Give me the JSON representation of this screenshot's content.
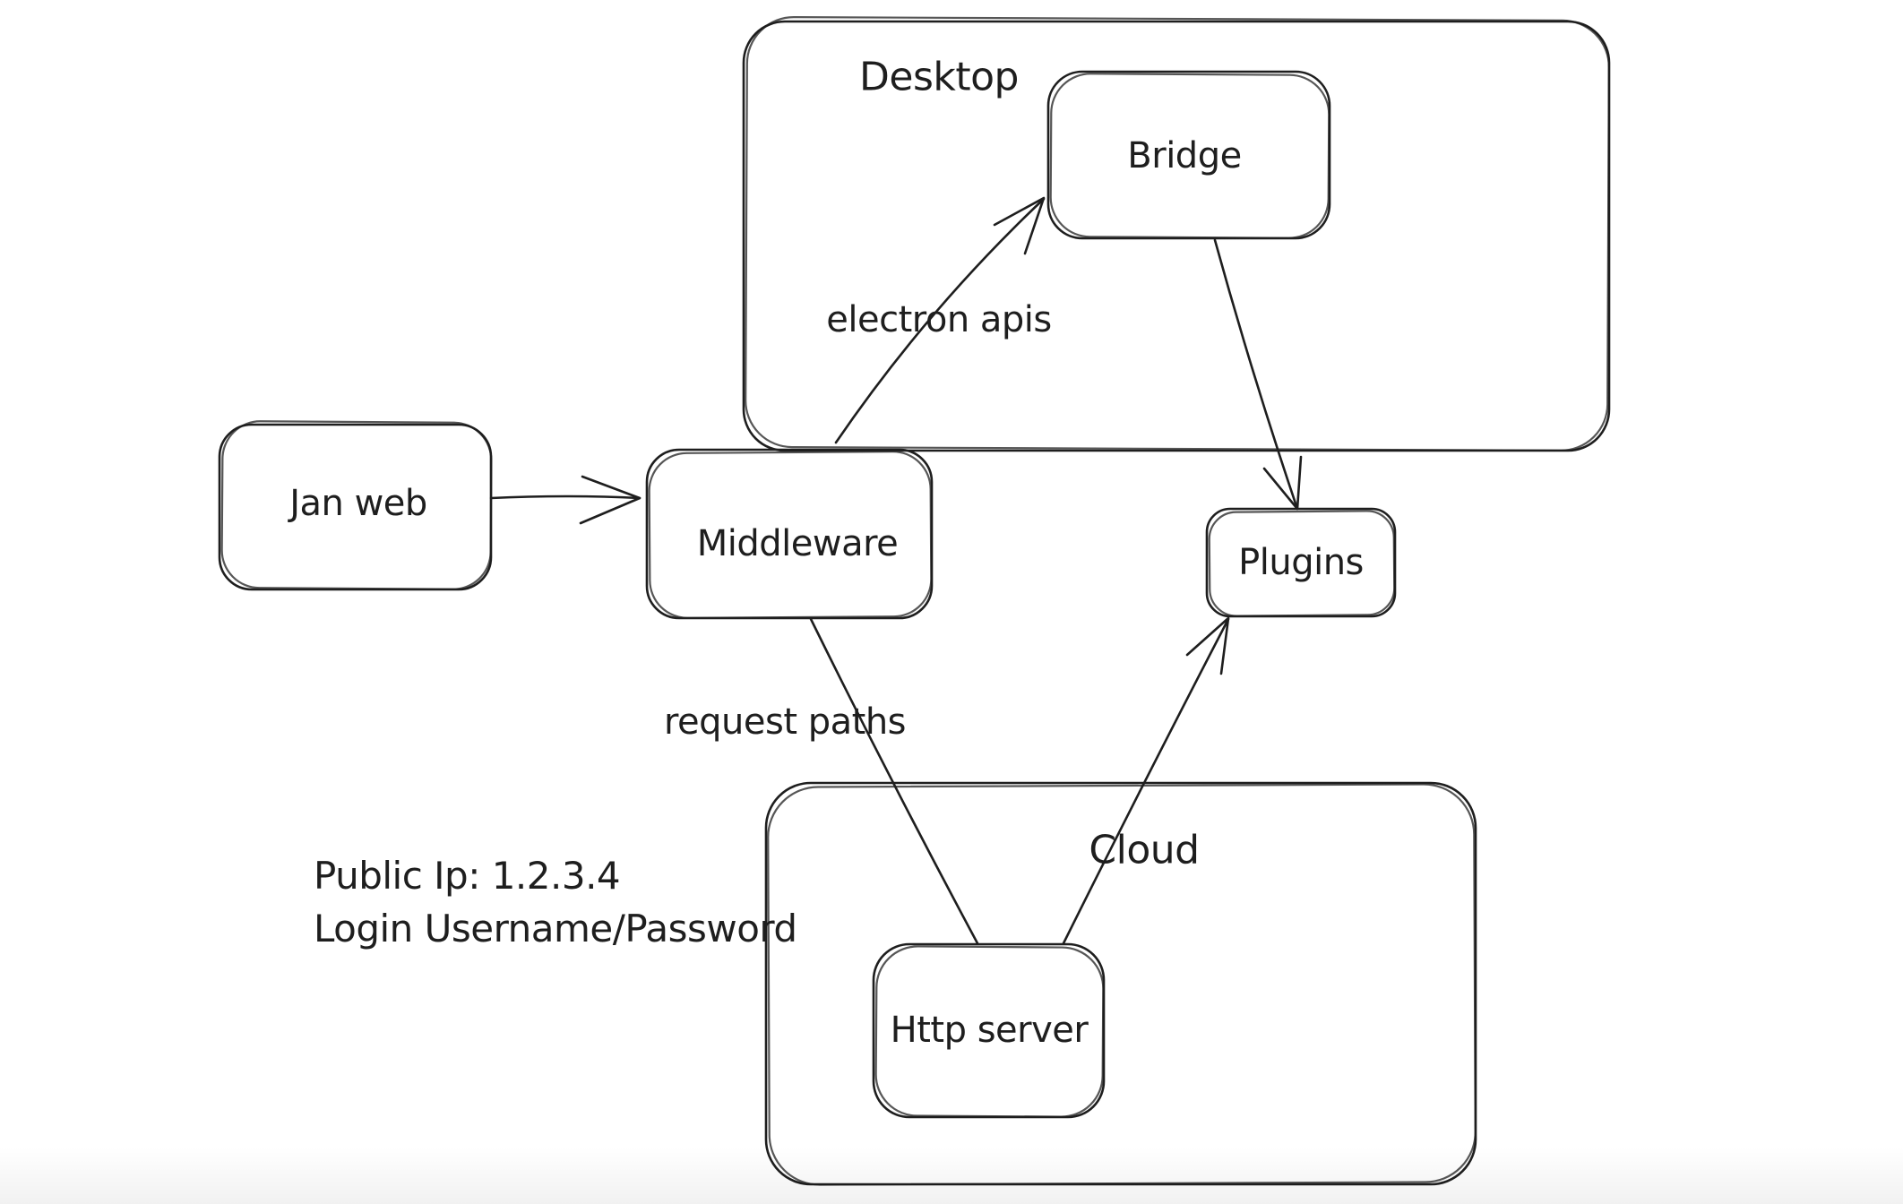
{
  "colors": {
    "stroke": "#1e1e1e",
    "background": "#ffffff"
  },
  "containers": [
    {
      "id": "desktop",
      "label": "Desktop",
      "contains": [
        "bridge"
      ]
    },
    {
      "id": "cloud",
      "label": "Cloud",
      "contains": [
        "http-server"
      ]
    }
  ],
  "nodes": [
    {
      "id": "jan-web",
      "label": "Jan web"
    },
    {
      "id": "middleware",
      "label": "Middleware"
    },
    {
      "id": "bridge",
      "label": "Bridge"
    },
    {
      "id": "plugins",
      "label": "Plugins"
    },
    {
      "id": "http-server",
      "label": "Http server"
    }
  ],
  "edges": [
    {
      "from": "jan-web",
      "to": "middleware",
      "label": "",
      "arrowhead": true
    },
    {
      "from": "middleware",
      "to": "bridge",
      "label": "electron apis",
      "arrowhead": true
    },
    {
      "from": "bridge",
      "to": "plugins",
      "label": "",
      "arrowhead": true
    },
    {
      "from": "middleware",
      "to": "http-server",
      "label": "request paths",
      "arrowhead": false
    },
    {
      "from": "http-server",
      "to": "plugins",
      "label": "",
      "arrowhead": true
    }
  ],
  "annotations": [
    {
      "text": "Public Ip: 1.2.3.4"
    },
    {
      "text": "Login Username/Password"
    }
  ]
}
